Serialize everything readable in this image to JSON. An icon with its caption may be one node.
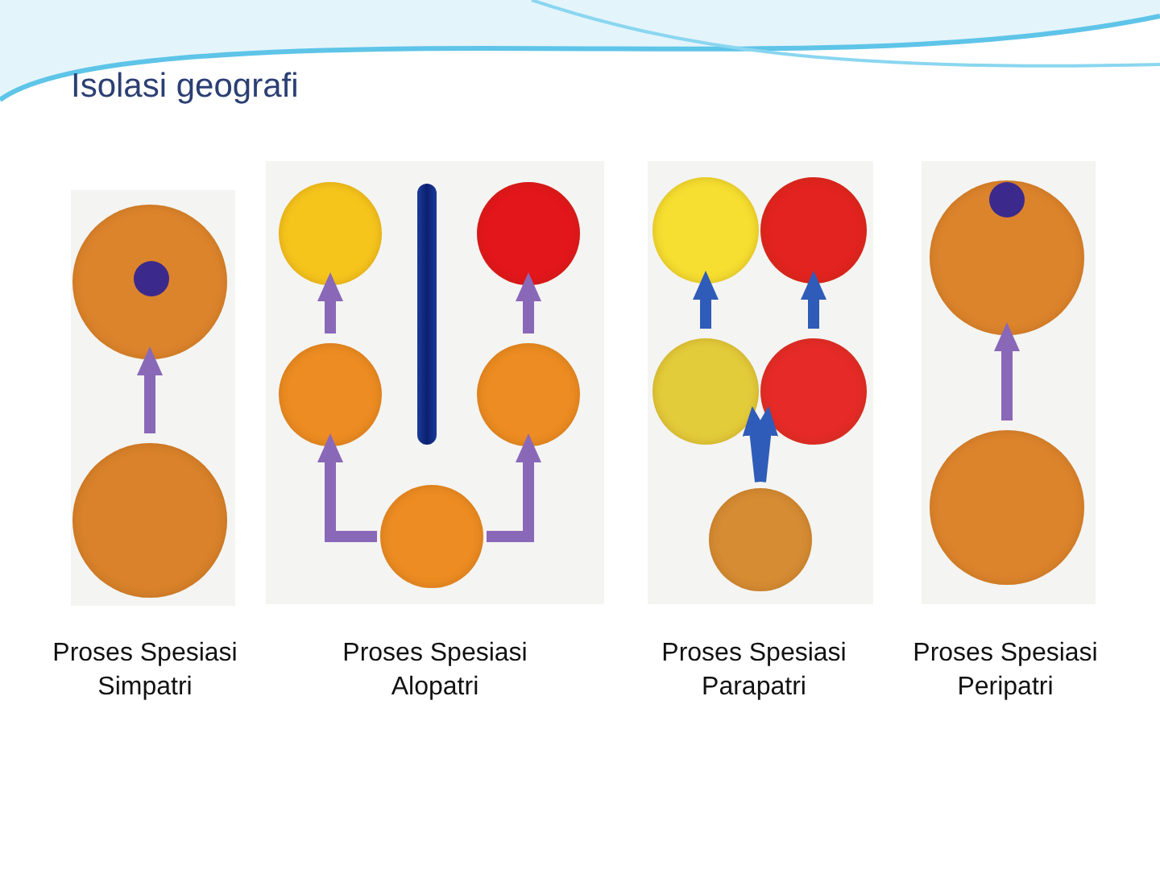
{
  "diagram": {
    "title": "Isolasi geografi",
    "nodes": [
      {
        "text": [],
        "shape": "circle"
      },
      {
        "text": [],
        "shape": "circle"
      },
      {
        "text": [],
        "shape": "circle"
      },
      {
        "text": [],
        "shape": "circle"
      },
      {
        "text": [],
        "shape": "circle"
      },
      {
        "text": [],
        "shape": "circle"
      },
      {
        "text": [],
        "shape": "circle"
      },
      {
        "text": [],
        "shape": "circle"
      },
      {
        "text": [],
        "shape": "circle"
      },
      {
        "text": [],
        "shape": "circle"
      },
      {
        "text": [],
        "shape": "circle"
      },
      {
        "text": [],
        "shape": "circle"
      },
      {
        "text": [],
        "shape": "circle"
      },
      {
        "text": [],
        "shape": "circle"
      }
    ],
    "edges": [
      {
        "from": 1,
        "to": 0,
        "arrow": "to"
      },
      {
        "from": 4,
        "to": 2,
        "arrow": "to"
      },
      {
        "from": 5,
        "to": 3,
        "arrow": "to"
      },
      {
        "from": 6,
        "to": 4,
        "arrow": "to"
      },
      {
        "from": 6,
        "to": 5,
        "arrow": "to"
      },
      {
        "from": 9,
        "to": 7,
        "arrow": "to",
        "color": "#2f5cb8"
      },
      {
        "from": 10,
        "to": 8,
        "arrow": "to",
        "color": "#2f5cb8"
      },
      {
        "from": 11,
        "to": 9,
        "arrow": "to",
        "color": "#2f5cb8"
      },
      {
        "from": 11,
        "to": 10,
        "arrow": "to",
        "color": "#2f5cb8"
      },
      {
        "from": 13,
        "to": 12,
        "arrow": "to"
      }
    ],
    "labels": [
      "Proses Spesiasi Simpatri",
      "Proses Spesiasi Alopatri",
      "Proses Spesiasi Parapatri",
      "Proses Spesiasi Peripatri"
    ]
  }
}
